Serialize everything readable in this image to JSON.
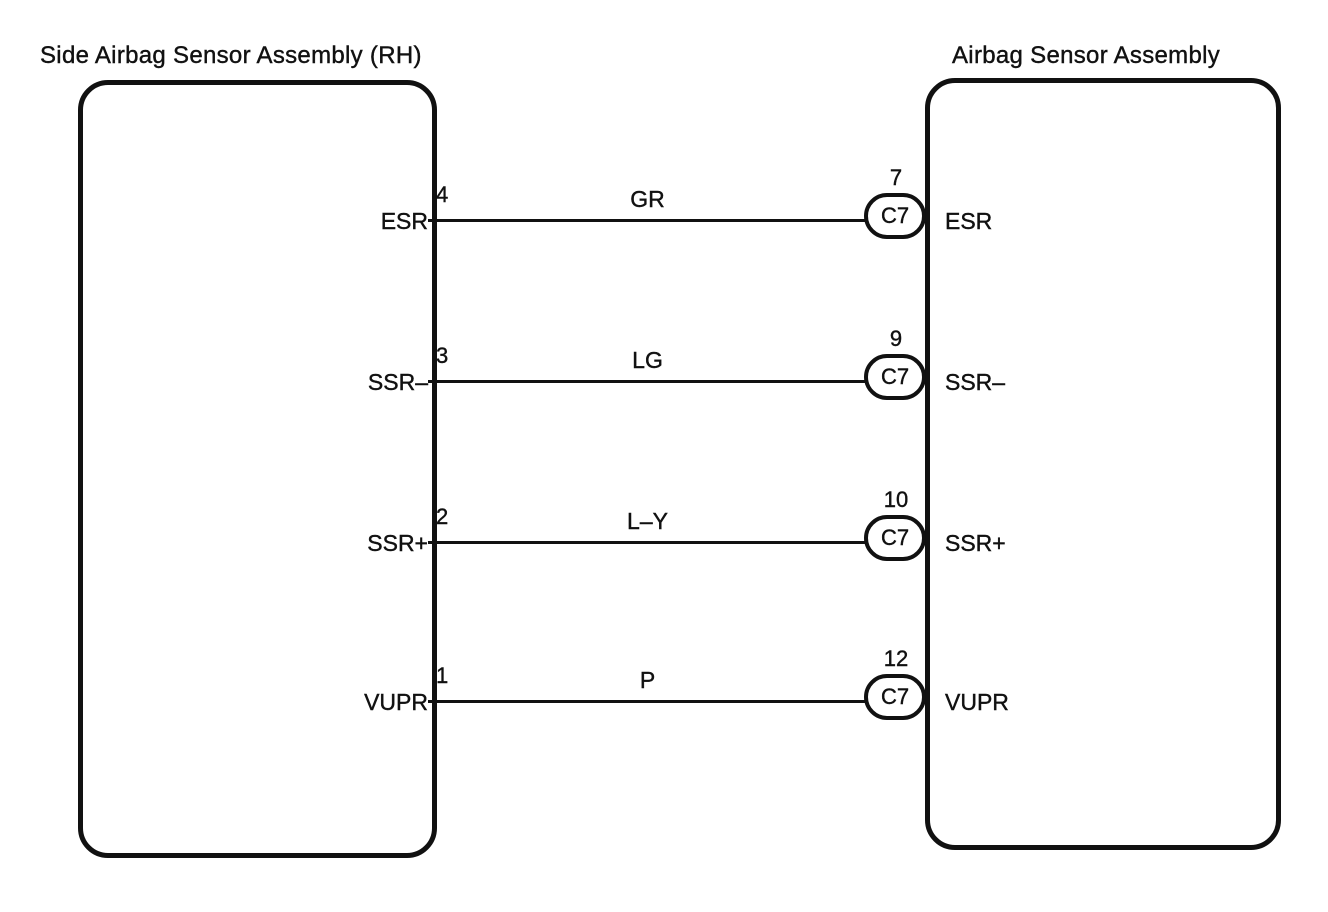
{
  "colors": {
    "ink": "#111111",
    "background": "#ffffff"
  },
  "diagram": {
    "left_box": {
      "title": "Side Airbag Sensor Assembly (RH)"
    },
    "right_box": {
      "title": "Airbag Sensor Assembly"
    },
    "rows": [
      {
        "left_label": "ESR",
        "left_pin": "4",
        "wire_color": "GR",
        "right_pin": "7",
        "connector": "C7",
        "right_label": "ESR"
      },
      {
        "left_label": "SSR–",
        "left_pin": "3",
        "wire_color": "LG",
        "right_pin": "9",
        "connector": "C7",
        "right_label": "SSR–"
      },
      {
        "left_label": "SSR+",
        "left_pin": "2",
        "wire_color": "L–Y",
        "right_pin": "10",
        "connector": "C7",
        "right_label": "SSR+"
      },
      {
        "left_label": "VUPR",
        "left_pin": "1",
        "wire_color": "P",
        "right_pin": "12",
        "connector": "C7",
        "right_label": "VUPR"
      }
    ]
  }
}
